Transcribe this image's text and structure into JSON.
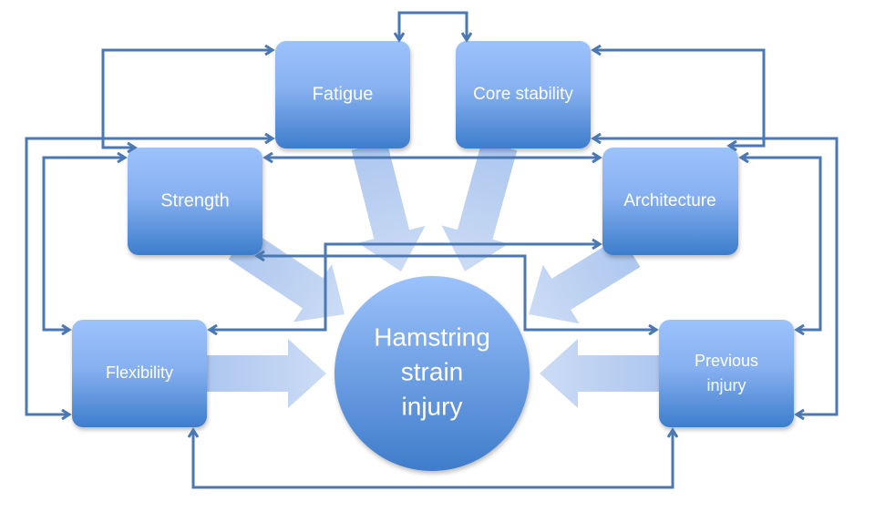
{
  "nodes": {
    "fatigue": {
      "label": "Fatigue"
    },
    "core_stability": {
      "label": "Core stability"
    },
    "strength": {
      "label": "Strength"
    },
    "architecture": {
      "label": "Architecture"
    },
    "flexibility": {
      "label": "Flexibility"
    },
    "previous_injury": {
      "lines": [
        "Previous",
        "injury"
      ]
    },
    "outcome": {
      "lines": [
        "Hamstring",
        "strain",
        "injury"
      ]
    }
  },
  "colors": {
    "box_top": "#9cc2fb",
    "box_bottom": "#3d7dcc",
    "connector": "#4a78b5",
    "influence_arrow": "#a9c4ee"
  },
  "relationships": [
    {
      "from": "fatigue",
      "to": "core_stability",
      "type": "bidirectional"
    },
    {
      "from": "fatigue",
      "to": "strength",
      "type": "bidirectional"
    },
    {
      "from": "fatigue",
      "to": "flexibility",
      "type": "bidirectional"
    },
    {
      "from": "strength",
      "to": "flexibility",
      "type": "bidirectional"
    },
    {
      "from": "strength",
      "to": "architecture",
      "type": "bidirectional"
    },
    {
      "from": "core_stability",
      "to": "architecture",
      "type": "bidirectional"
    },
    {
      "from": "core_stability",
      "to": "previous_injury",
      "type": "bidirectional"
    },
    {
      "from": "architecture",
      "to": "previous_injury",
      "type": "bidirectional"
    },
    {
      "from": "flexibility",
      "to": "architecture",
      "type": "bidirectional"
    },
    {
      "from": "strength",
      "to": "previous_injury",
      "type": "bidirectional"
    },
    {
      "from": "flexibility",
      "to": "previous_injury",
      "type": "bidirectional"
    },
    {
      "from": "fatigue",
      "to": "outcome",
      "type": "influence"
    },
    {
      "from": "core_stability",
      "to": "outcome",
      "type": "influence"
    },
    {
      "from": "strength",
      "to": "outcome",
      "type": "influence"
    },
    {
      "from": "architecture",
      "to": "outcome",
      "type": "influence"
    },
    {
      "from": "flexibility",
      "to": "outcome",
      "type": "influence"
    },
    {
      "from": "previous_injury",
      "to": "outcome",
      "type": "influence"
    }
  ]
}
